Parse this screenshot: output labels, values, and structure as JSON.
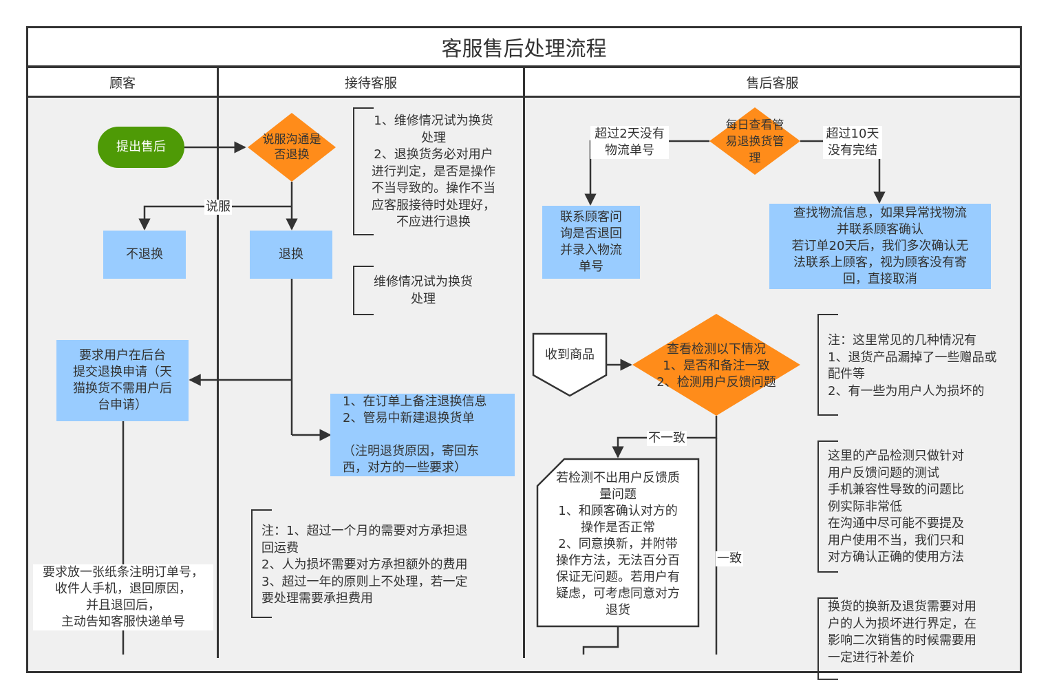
{
  "title": "客服售后处理流程",
  "lanes": [
    "顾客",
    "接待客服",
    "售后客服"
  ],
  "nodes": {
    "start": "提出售后",
    "persuade": "说服沟通是\n否退换",
    "no_return": "不退换",
    "return": "退换",
    "request_submit": "要求用户在后台\n提交退换申请（天\n猫换货不需用户后\n台申请）",
    "order_note": "1、在订单上备注退换信息\n2、管易中新建退换货单\n\n（注明退货原因，寄回东\n西，对方的一些要求）",
    "paper_note": "要求放一张纸条注明订单号，\n收件人手机，退回原因，\n并且退回后，\n主动告知客服快递单号",
    "daily_check": "每日查看管\n易退换货管\n理",
    "contact_customer": "联系顾客问\n询是否退回\n并录入物流\n单号",
    "find_logistics": "查找物流信息，如果异常找物流\n并联系顾客确认\n若订单20天后，我们多次确认无\n法联系上顾客，视为顾客没有寄\n回，直接取消",
    "receive_goods": "收到商品",
    "inspect": "查看检测以下情况\n1、是否和备注一致\n2、检测用户反馈问题",
    "no_quality_issue": "若检测不出用户反馈质\n量问题\n1、和顾客确认对方的\n操作是否正常\n2、同意换新，并附带\n操作方法，无法百分百\n保证无问题。若用户有\n疑虑，可考虑同意对方\n退货"
  },
  "notes": {
    "note1": "1、维修情况试为换货\n处理\n2、退换货务必对用户\n进行判定，是否是操作\n不当导致的。操作不当\n应客服接待时处理好，\n不应进行退换",
    "note2": "维修情况试为换货\n处理",
    "note3": "注：1、超过一个月的需要对方承担退\n回运费\n2、人为损坏需要对方承担额外的费用\n3、超过一年的原则上不处理，若一定\n要处理需要承担费用",
    "note4": "注：这里常见的几种情况有\n1、退货产品漏掉了一些赠品或\n配件等\n2、有一些为用户人为损坏的",
    "note5": "这里的产品检测只做针对\n用户反馈问题的测试\n手机兼容性导致的问题比\n例实际非常低\n在沟通中尽可能不要提及\n用户使用不当，我们只和\n对方确认正确的使用方法",
    "note6": "换货的换新及退货需要对用\n户的人为损坏进行界定，在\n影响二次销售的时候需要用\n一定进行补差价"
  },
  "edge_labels": {
    "persuaded": "说服",
    "over_2_days": "超过2天没有\n物流单号",
    "over_10_days": "超过10天\n没有完结",
    "inconsistent": "不一致",
    "consistent": "一致"
  },
  "colors": {
    "start_green": "#4e9a06",
    "decision_orange": "#ff8c1a",
    "process_blue": "#99ccff",
    "line": "#333333"
  }
}
